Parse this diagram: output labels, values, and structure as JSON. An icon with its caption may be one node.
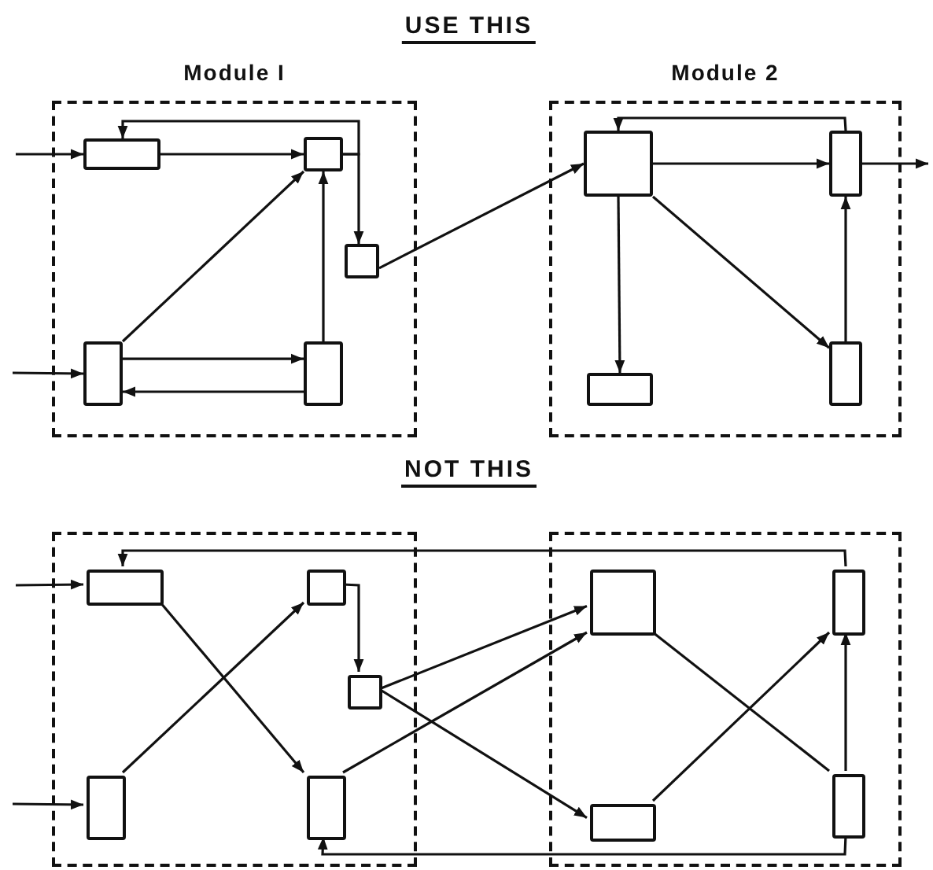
{
  "diagram": {
    "nodes": [
      {
        "text": [
          "Module I"
        ]
      },
      {
        "text": [],
        "shape": "box",
        "in": 0
      },
      {
        "text": [],
        "shape": "box",
        "in": 0
      },
      {
        "text": [],
        "shape": "box",
        "in": 0
      },
      {
        "text": [],
        "shape": "box",
        "in": 0
      },
      {
        "text": [],
        "shape": "box",
        "in": 0
      },
      {
        "text": [
          "Module 2"
        ]
      },
      {
        "text": [],
        "shape": "box",
        "in": 6
      },
      {
        "text": [],
        "shape": "box",
        "in": 6
      },
      {
        "text": [],
        "shape": "box",
        "in": 6
      },
      {
        "text": [],
        "shape": "box",
        "in": 6
      },
      {
        "text": [],
        "shape": "box"
      },
      {
        "text": [],
        "shape": "box",
        "in": 11
      },
      {
        "text": [],
        "shape": "box",
        "in": 11
      },
      {
        "text": [],
        "shape": "box",
        "in": 11
      },
      {
        "text": [],
        "shape": "box",
        "in": 11
      },
      {
        "text": [],
        "shape": "box",
        "in": 11
      },
      {
        "text": [],
        "shape": "box"
      },
      {
        "text": [],
        "shape": "box",
        "in": 17
      },
      {
        "text": [],
        "shape": "box",
        "in": 17
      },
      {
        "text": [],
        "shape": "box",
        "in": 17
      },
      {
        "text": [],
        "shape": "box",
        "in": 17
      }
    ],
    "edges": [
      {
        "from": null,
        "to": 1,
        "arrow": "to"
      },
      {
        "from": null,
        "to": 4,
        "arrow": "to"
      },
      {
        "from": 1,
        "to": 2,
        "arrow": "to"
      },
      {
        "from": 2,
        "to": 3,
        "arrow": "to"
      },
      {
        "from": 2,
        "to": 1,
        "arrow": "to"
      },
      {
        "from": 4,
        "to": 2,
        "arrow": "to"
      },
      {
        "from": 4,
        "to": 5,
        "arrow": "to"
      },
      {
        "from": 5,
        "to": 4,
        "arrow": "to"
      },
      {
        "from": 5,
        "to": 2,
        "arrow": "to"
      },
      {
        "from": 3,
        "to": 7,
        "arrow": "to"
      },
      {
        "from": 7,
        "to": 8,
        "arrow": "to"
      },
      {
        "from": 8,
        "to": 7,
        "arrow": "to"
      },
      {
        "from": 8,
        "to": null,
        "arrow": "to"
      },
      {
        "from": 7,
        "to": 9,
        "arrow": "to"
      },
      {
        "from": 7,
        "to": 10,
        "arrow": "to"
      },
      {
        "from": 10,
        "to": 8,
        "arrow": "to"
      },
      {
        "from": null,
        "to": 12,
        "arrow": "to"
      },
      {
        "from": null,
        "to": 15,
        "arrow": "to"
      },
      {
        "from": 12,
        "to": 16,
        "arrow": "to"
      },
      {
        "from": 15,
        "to": 13,
        "arrow": "to"
      },
      {
        "from": 13,
        "to": 14,
        "arrow": "to"
      },
      {
        "from": 14,
        "to": 18,
        "arrow": "to"
      },
      {
        "from": 16,
        "to": 18,
        "arrow": "to"
      },
      {
        "from": 14,
        "to": 20,
        "arrow": "to"
      },
      {
        "from": 18,
        "to": 21,
        "arrow": "none"
      },
      {
        "from": 20,
        "to": 19,
        "arrow": "to"
      },
      {
        "from": 21,
        "to": 19,
        "arrow": "to"
      },
      {
        "from": 19,
        "to": 12,
        "arrow": "to"
      },
      {
        "from": 21,
        "to": 16,
        "arrow": "to"
      }
    ],
    "labels": [
      "USE THIS",
      "NOT THIS"
    ]
  }
}
